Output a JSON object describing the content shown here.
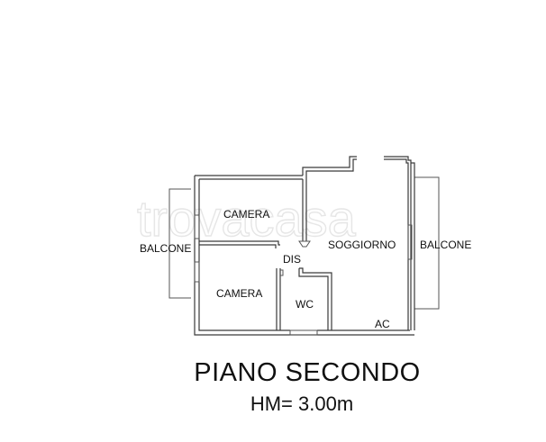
{
  "plan": {
    "watermark": "trovacasa",
    "rooms": [
      {
        "id": "camera-top",
        "label": "CAMERA"
      },
      {
        "id": "camera-bottom",
        "label": "CAMERA"
      },
      {
        "id": "soggiorno",
        "label": "SOGGIORNO"
      },
      {
        "id": "dis",
        "label": "DIS"
      },
      {
        "id": "wc",
        "label": "WC"
      },
      {
        "id": "balcone-left",
        "label": "BALCONE"
      },
      {
        "id": "balcone-right",
        "label": "BALCONE"
      },
      {
        "id": "ac",
        "label": "AC"
      }
    ],
    "colors": {
      "wall": "#3a3a3a",
      "text": "#111111",
      "watermark": "#e6e6e6",
      "background": "#ffffff"
    }
  },
  "title": {
    "floor": "PIANO SECONDO",
    "height": "HM= 3.00m"
  }
}
